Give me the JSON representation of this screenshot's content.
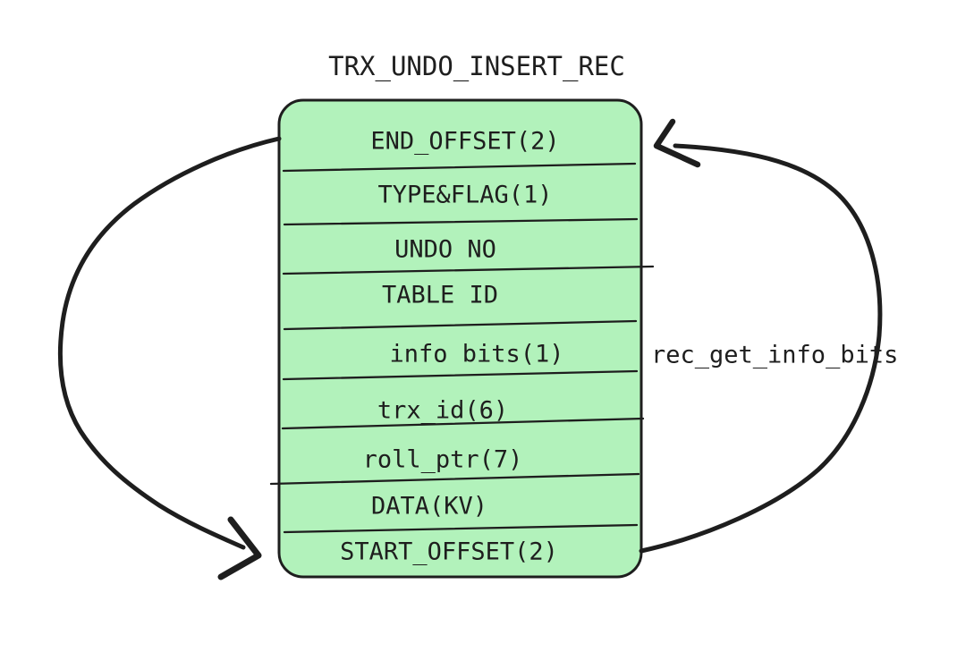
{
  "diagram": {
    "title": "TRX_UNDO_INSERT_REC",
    "colors": {
      "box_fill": "#b2f2bb",
      "stroke": "#1e1e1e",
      "background": "#ffffff"
    },
    "box": {
      "rows": [
        {
          "label": "END_OFFSET(2)"
        },
        {
          "label": "TYPE&FLAG(1)"
        },
        {
          "label": "UNDO NO"
        },
        {
          "label": "TABLE ID"
        },
        {
          "label": "info bits(1)"
        },
        {
          "label": "trx_id(6)"
        },
        {
          "label": "roll_ptr(7)"
        },
        {
          "label": "DATA(KV)"
        },
        {
          "label": "START_OFFSET(2)"
        }
      ]
    },
    "annotations": {
      "info_bits_function": "rec_get_info_bits"
    }
  }
}
